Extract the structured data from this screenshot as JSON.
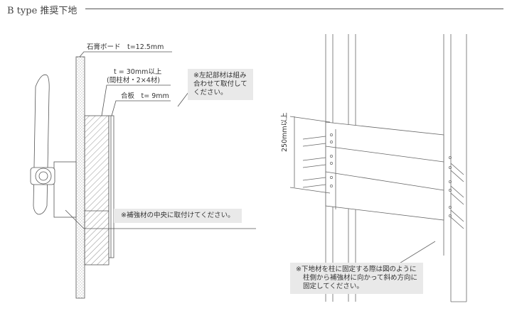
{
  "title": "B type 推奨下地",
  "labels": {
    "board": "石膏ボード　t=12.5mm",
    "thick1": "t = 30mm以上",
    "thick2": "(間柱材・2×4材)",
    "plywood": "合板　t=  9mm",
    "dim": "250mm以上"
  },
  "notes": {
    "combine": [
      "※左記部材は組み",
      "合わせて取付して",
      "ください。"
    ],
    "center": [
      "※補強材の中央に取付けてください。"
    ],
    "fix": [
      "※下地材を柱に固定する際は図のように",
      "柱側から補強材に向かって斜め方向に",
      "固定してください。"
    ]
  },
  "colors": {
    "line": "#555555",
    "note_bg": "#e9e9e9",
    "hatch": "#666666"
  }
}
